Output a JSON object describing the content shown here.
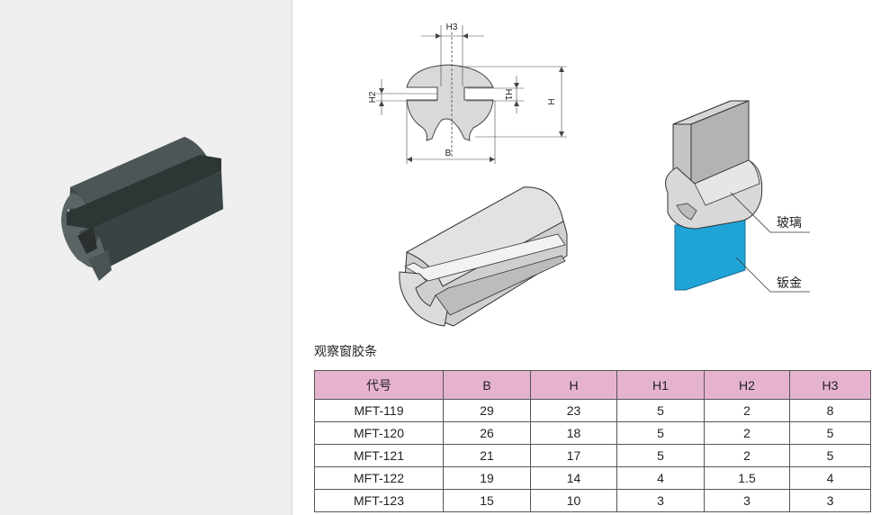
{
  "dimensions": {
    "h3": "H3",
    "h2": "H2",
    "h1": "H1",
    "h": "H",
    "b": "B"
  },
  "install_labels": {
    "glass": "玻璃",
    "sheet_metal": "钣金"
  },
  "colors": {
    "panel_bg": "#efefef",
    "header_bg": "#e6b3cf",
    "rubber_dark": "#3d4646",
    "rubber_gray": "#d6d6d6",
    "sheet_metal_blue": "#1fa4d8"
  },
  "caption": "观察窗胶条",
  "table": {
    "headers": [
      "代号",
      "B",
      "H",
      "H1",
      "H2",
      "H3"
    ],
    "rows": [
      [
        "MFT-119",
        "29",
        "23",
        "5",
        "2",
        "8"
      ],
      [
        "MFT-120",
        "26",
        "18",
        "5",
        "2",
        "5"
      ],
      [
        "MFT-121",
        "21",
        "17",
        "5",
        "2",
        "5"
      ],
      [
        "MFT-122",
        "19",
        "14",
        "4",
        "1.5",
        "4"
      ],
      [
        "MFT-123",
        "15",
        "10",
        "3",
        "3",
        "3"
      ]
    ]
  }
}
